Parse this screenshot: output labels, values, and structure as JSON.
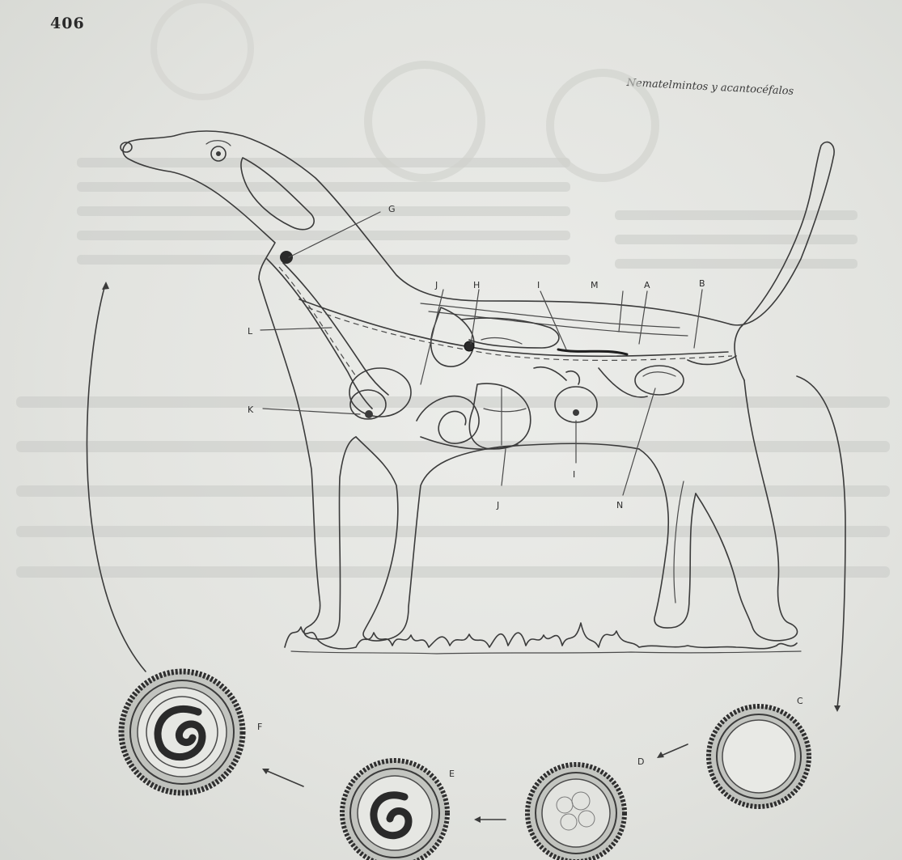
{
  "page": {
    "number": "406",
    "running_head": "Nematelmintos y acantocéfalos"
  },
  "figure": {
    "organ_labels": {
      "A": "A",
      "B": "B",
      "G": "G",
      "H": "H",
      "I": "I",
      "J": "J",
      "K": "K",
      "L": "L",
      "M": "M",
      "N": "N",
      "J_upper": "J",
      "I_lower": "I"
    },
    "egg_labels": {
      "C": "C",
      "D": "D",
      "E": "E",
      "F": "F"
    }
  }
}
